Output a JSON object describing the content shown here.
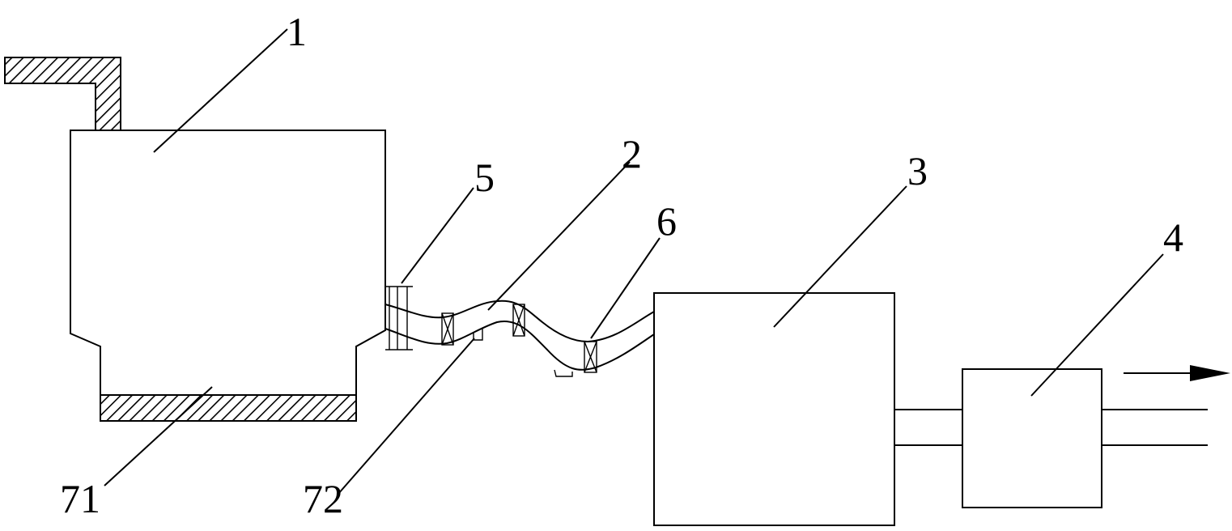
{
  "labels": {
    "l1": "1",
    "l2": "2",
    "l3": "3",
    "l4": "4",
    "l5": "5",
    "l6": "6",
    "l71": "71",
    "l72": "72"
  },
  "colors": {
    "line": "#000000",
    "background": "#ffffff"
  },
  "icons": {
    "flow_direction": "arrow-right-icon",
    "hatched_material": "hatch-pattern"
  }
}
